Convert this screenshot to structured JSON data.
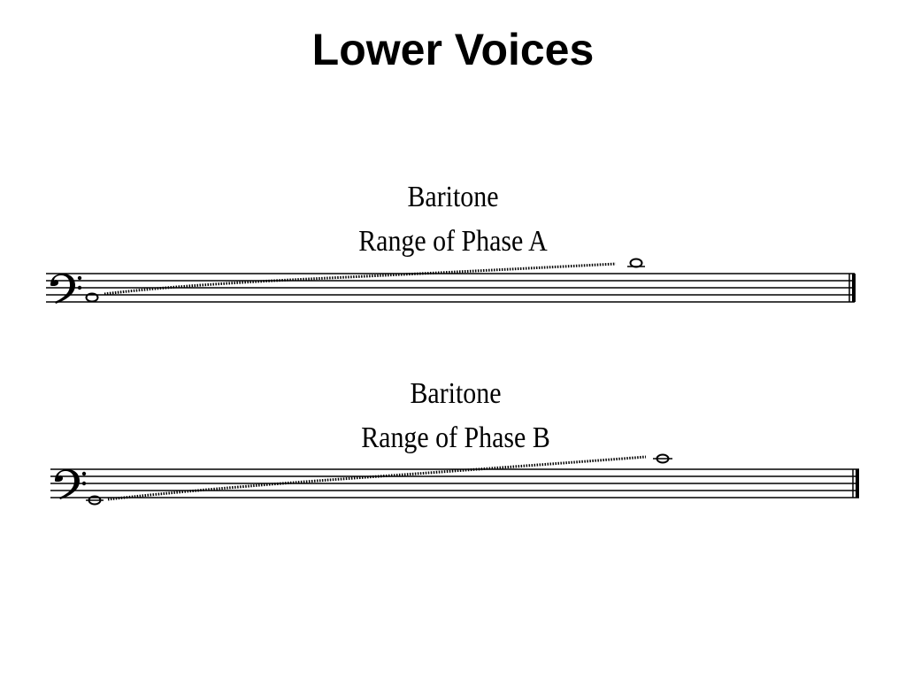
{
  "slide": {
    "title": "Lower Voices"
  },
  "examples": [
    {
      "instrument": "Baritone",
      "range_label": "Range of Phase A",
      "clef_icon": "bass-clef-icon",
      "low_note": "whole-note-icon",
      "high_note": "whole-note-icon",
      "connector": "wavy-glissando-line"
    },
    {
      "instrument": "Baritone",
      "range_label": "Range of Phase B",
      "clef_icon": "bass-clef-icon",
      "low_note": "whole-note-icon",
      "high_note": "whole-note-icon",
      "connector": "wavy-glissando-line"
    }
  ]
}
